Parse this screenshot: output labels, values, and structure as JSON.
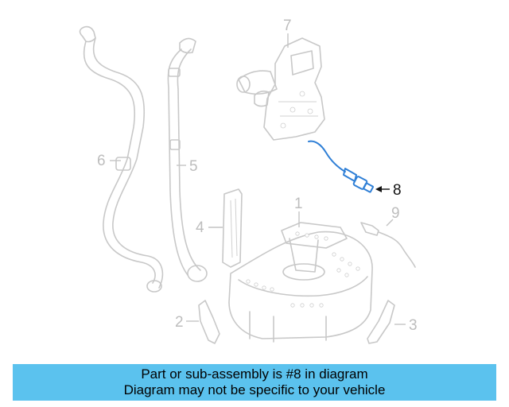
{
  "diagram": {
    "callouts": {
      "c1": "1",
      "c2": "2",
      "c3": "3",
      "c4": "4",
      "c5": "5",
      "c6": "6",
      "c7": "7",
      "c8": "8",
      "c9": "9"
    },
    "highlight_color": "#2f7fd6",
    "highlighted_part": "8"
  },
  "banner": {
    "line1": "Part or sub-assembly is #8 in diagram",
    "line2": "Diagram may not be specific to your vehicle",
    "background": "#5bc2ee"
  }
}
